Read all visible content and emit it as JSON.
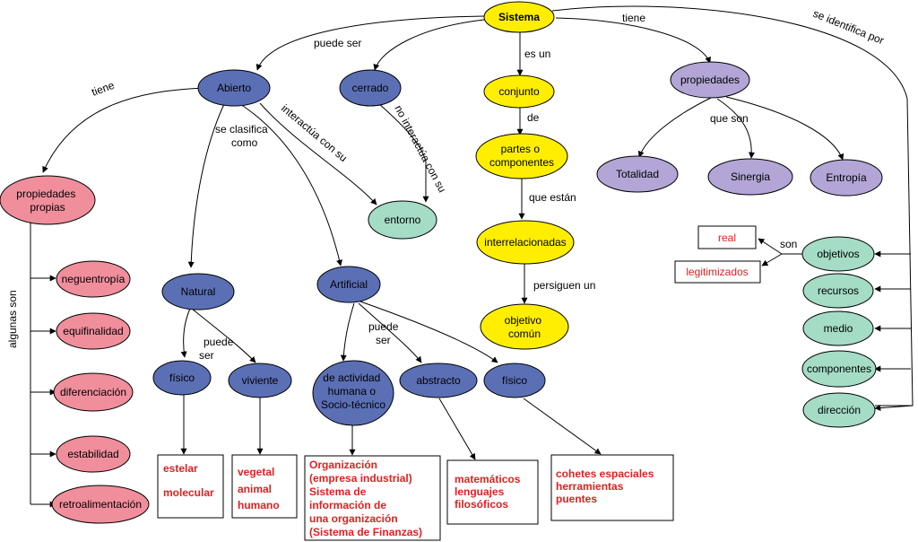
{
  "colors": {
    "yellow": "#ffee00",
    "blue": "#5b6fb5",
    "lavender": "#b3a6d6",
    "pink": "#f08e9c",
    "teal": "#a4dcc5",
    "red_text": "#e02020"
  },
  "nodes": {
    "sistema": "Sistema",
    "abierto": "Abierto",
    "cerrado": "cerrado",
    "conjunto": "conjunto",
    "partes": [
      "partes o",
      "componentes"
    ],
    "interrelacionadas": "interrelacionadas",
    "objetivo_comun": [
      "objetivo",
      "común"
    ],
    "propiedades": "propiedades",
    "totalidad": "Totalidad",
    "sinergia": "Sinergia",
    "entropia": "Entropía",
    "entorno": "entorno",
    "propiedades_propias": [
      "propiedades",
      "propias"
    ],
    "neguentropia": "neguentropía",
    "equifinalidad": "equifinalidad",
    "diferenciacion": "diferenciación",
    "estabilidad": "estabilidad",
    "retroalimentacion": "retroalimentación",
    "natural": "Natural",
    "artificial": "Artificial",
    "fisico_natural": "físico",
    "viviente": "viviente",
    "actividad_humana": [
      "de actividad",
      "humana o",
      "Socio-técnico"
    ],
    "abstracto": "abstracto",
    "fisico_artificial": "físico",
    "objetivos": "objetivos",
    "recursos": "recursos",
    "medio": "medio",
    "componentes": "componentes",
    "direccion": "dirección"
  },
  "boxes": {
    "real": "real",
    "legitimizados": "legitimizados",
    "fisico_ejemplos": [
      "estelar",
      "molecular"
    ],
    "viviente_ejemplos": [
      "vegetal",
      "animal",
      "humano"
    ],
    "actividad_ejemplos": [
      "Organización",
      "(empresa industrial)",
      "Sistema de",
      "información de",
      "una organización",
      "(Sistema de Finanzas)"
    ],
    "abstracto_ejemplos": [
      "matemáticos",
      "lenguajes",
      "filosóficos"
    ],
    "fisico_art_ejemplos": [
      "cohetes espaciales",
      "herramientas",
      "puentes"
    ]
  },
  "edge_labels": {
    "puede_ser": "puede ser",
    "es_un": "es un",
    "tiene_prop": "tiene",
    "se_identifica_por": "se identifica por",
    "tiene_propias": "tiene",
    "se_clasifica": [
      "se clasifica",
      "como"
    ],
    "interactua": "interactúa con su",
    "no_interactua": "no interactúa con su",
    "de": "de",
    "que_son": "que son",
    "que_estan": "que están",
    "persiguen_un": "persiguen un",
    "algunas_son": "algunas son",
    "puede_ser_natural": [
      "puede",
      "ser"
    ],
    "puede_ser_artificial": [
      "puede",
      "ser"
    ],
    "son": "son"
  }
}
